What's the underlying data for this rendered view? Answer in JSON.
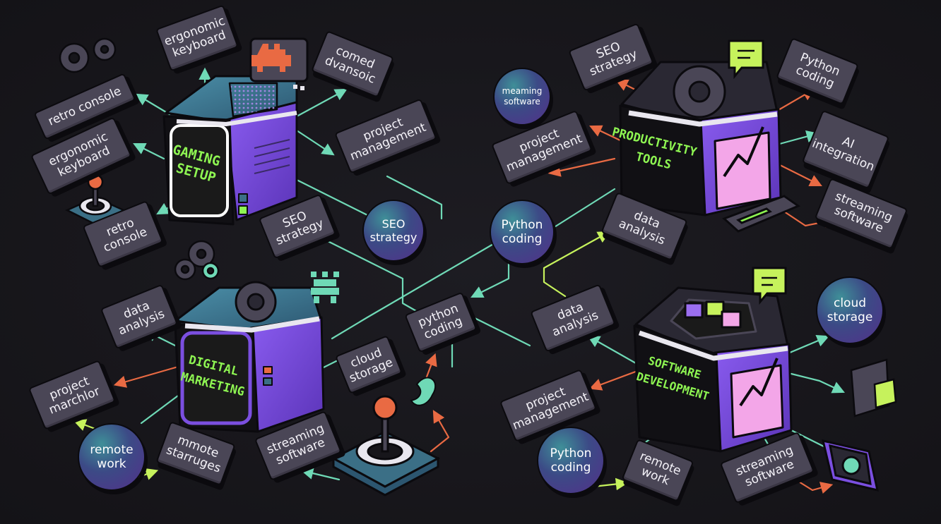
{
  "colors": {
    "background": "#17161b",
    "tag_fill": "#4a4656",
    "cube_purple": "#7b4fe0",
    "cube_teal": "#3b6f86",
    "screen_green": "#8ef552",
    "arrow_teal": "#6fd9b6",
    "arrow_orange": "#e96a43",
    "arrow_lime": "#c6f25c",
    "folder_pink": "#f3a6e8"
  },
  "hubs": {
    "gaming": {
      "title": "GAMING\nSETUP"
    },
    "marketing": {
      "title": "DIGITAL\nMARKETING"
    },
    "productivity": {
      "title": "PRODUCTIVITY\nTOOLS"
    },
    "software": {
      "title": "SOFTWARE\nDEVELOPMENT"
    }
  },
  "tags": {
    "ergonomic_keyboard_top": "ergonomic\nkeyboard",
    "comed_dvansoic": "comed\ndvansoic",
    "retro_console_top": "retro console",
    "ergonomic_keyboard_left": "ergonomic\nkeyboard",
    "project_management_gaming": "project\nmanagement",
    "retro_console_bottom": "retro\nconsole",
    "seo_strategy_mid": "SEO\nstrategy",
    "data_analysis_left": "data\nanalysis",
    "project_marchlor": "project\nmarchlor",
    "mmote_starruges": "mmote\nstarruges",
    "streaming_software_mid": "streaming\nsoftware",
    "cloud_storage_tag": "cloud\nstorage",
    "python_coding_tag": "python\ncoding",
    "seo_strategy_top": "SEO\nstrategy",
    "python_coding_top": "Python\ncoding",
    "project_management_productivity": "project\nmanagement",
    "ai_integration": "AI\nintegration",
    "streaming_software_right": "streaming\nsoftware",
    "data_analysis_right": "data\nanalysis",
    "data_analysis_center": "data\nanalysis",
    "project_management_software": "project\nmanagement",
    "remote_work_tag": "remote\nwork",
    "streaming_software_bottom": "streaming\nsoftware"
  },
  "bubbles": {
    "meaming_software": "meaming\nsoftware",
    "seo_strategy": "SEO\nstrategy",
    "python_coding_center": "Python\ncoding",
    "cloud_storage": "cloud\nstorage",
    "remote_work": "remote\nwork",
    "python_coding_bottom": "Python\ncoding"
  },
  "icons": [
    "gear-icon",
    "space-invader-icon",
    "joystick-icon",
    "speech-bubble-icon",
    "puzzle-icon",
    "tablet-icon",
    "folder-chart-icon",
    "leaf-icon"
  ]
}
